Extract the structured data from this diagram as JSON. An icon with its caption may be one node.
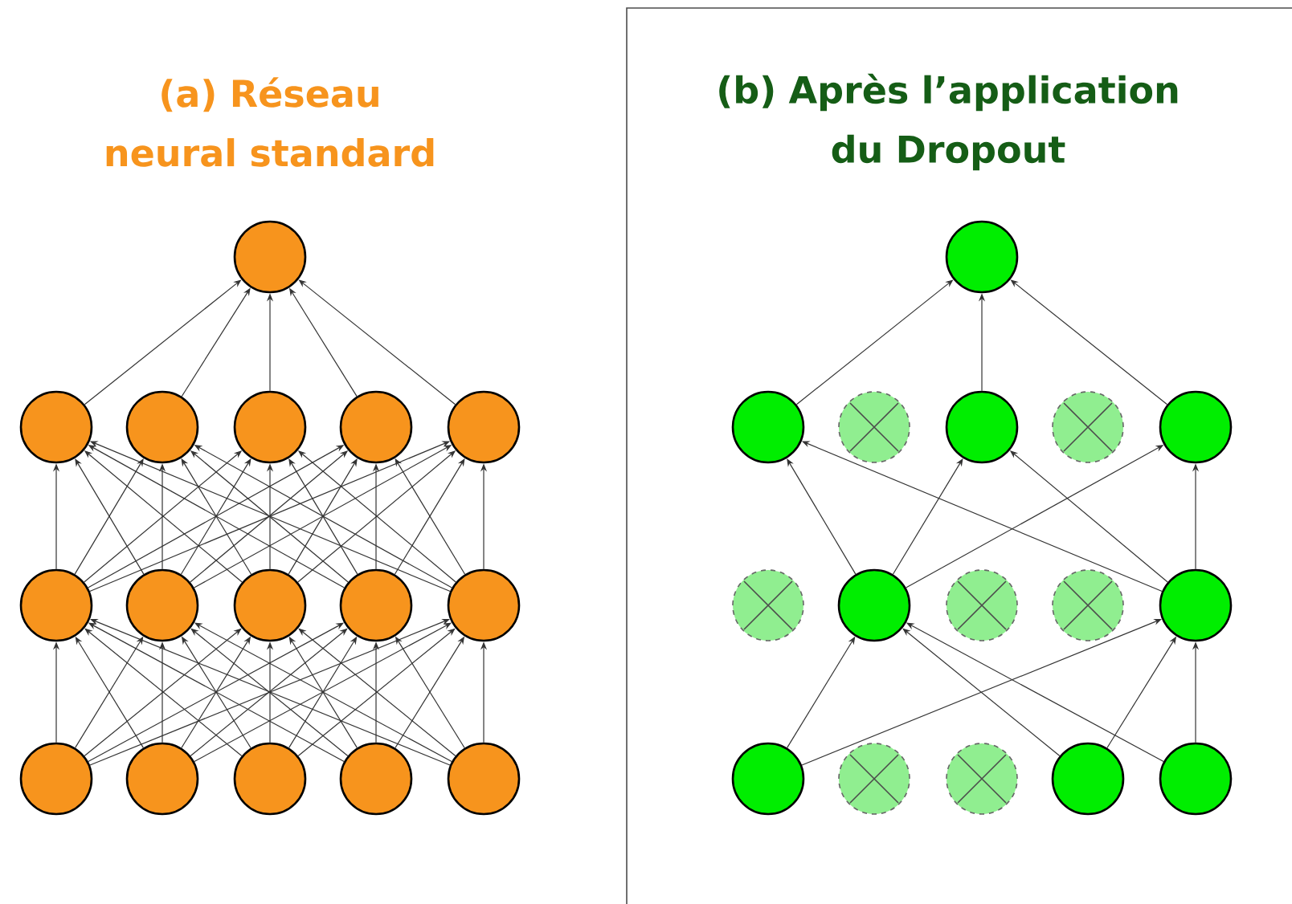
{
  "diagram": {
    "labels": [
      "(a) Réseau neural standard",
      "(b) Après l’application du Dropout"
    ],
    "nodes": [
      {
        "text": [],
        "shape": "circle"
      },
      {
        "text": [],
        "shape": "circle"
      },
      {
        "text": [],
        "shape": "circle"
      },
      {
        "text": [],
        "shape": "circle"
      },
      {
        "text": [],
        "shape": "circle"
      },
      {
        "text": [],
        "shape": "circle"
      },
      {
        "text": [],
        "shape": "circle"
      },
      {
        "text": [],
        "shape": "circle"
      },
      {
        "text": [],
        "shape": "circle"
      },
      {
        "text": [],
        "shape": "circle"
      },
      {
        "text": [],
        "shape": "circle"
      },
      {
        "text": [],
        "shape": "circle"
      },
      {
        "text": [],
        "shape": "circle"
      },
      {
        "text": [],
        "shape": "circle"
      },
      {
        "text": [],
        "shape": "circle"
      },
      {
        "text": [],
        "shape": "circle"
      },
      {
        "text": [],
        "shape": "circle"
      },
      {
        "text": [],
        "shape": "circle"
      },
      {
        "text": [],
        "shape": "crossed-circle"
      },
      {
        "text": [],
        "shape": "circle"
      },
      {
        "text": [],
        "shape": "crossed-circle"
      },
      {
        "text": [],
        "shape": "circle"
      },
      {
        "text": [],
        "shape": "crossed-circle"
      },
      {
        "text": [],
        "shape": "circle"
      },
      {
        "text": [],
        "shape": "crossed-circle"
      },
      {
        "text": [],
        "shape": "crossed-circle"
      },
      {
        "text": [],
        "shape": "circle"
      },
      {
        "text": [],
        "shape": "circle"
      },
      {
        "text": [],
        "shape": "crossed-circle"
      },
      {
        "text": [],
        "shape": "crossed-circle"
      },
      {
        "text": [],
        "shape": "circle"
      },
      {
        "text": [],
        "shape": "circle"
      }
    ],
    "edges": [
      {
        "from": 11,
        "to": 6,
        "arrow": "to"
      },
      {
        "from": 11,
        "to": 7,
        "arrow": "to"
      },
      {
        "from": 11,
        "to": 8,
        "arrow": "to"
      },
      {
        "from": 11,
        "to": 9,
        "arrow": "to"
      },
      {
        "from": 11,
        "to": 10,
        "arrow": "to"
      },
      {
        "from": 12,
        "to": 6,
        "arrow": "to"
      },
      {
        "from": 12,
        "to": 7,
        "arrow": "to"
      },
      {
        "from": 12,
        "to": 8,
        "arrow": "to"
      },
      {
        "from": 12,
        "to": 9,
        "arrow": "to"
      },
      {
        "from": 12,
        "to": 10,
        "arrow": "to"
      },
      {
        "from": 13,
        "to": 6,
        "arrow": "to"
      },
      {
        "from": 13,
        "to": 7,
        "arrow": "to"
      },
      {
        "from": 13,
        "to": 8,
        "arrow": "to"
      },
      {
        "from": 13,
        "to": 9,
        "arrow": "to"
      },
      {
        "from": 13,
        "to": 10,
        "arrow": "to"
      },
      {
        "from": 14,
        "to": 6,
        "arrow": "to"
      },
      {
        "from": 14,
        "to": 7,
        "arrow": "to"
      },
      {
        "from": 14,
        "to": 8,
        "arrow": "to"
      },
      {
        "from": 14,
        "to": 9,
        "arrow": "to"
      },
      {
        "from": 14,
        "to": 10,
        "arrow": "to"
      },
      {
        "from": 15,
        "to": 6,
        "arrow": "to"
      },
      {
        "from": 15,
        "to": 7,
        "arrow": "to"
      },
      {
        "from": 15,
        "to": 8,
        "arrow": "to"
      },
      {
        "from": 15,
        "to": 9,
        "arrow": "to"
      },
      {
        "from": 15,
        "to": 10,
        "arrow": "to"
      },
      {
        "from": 6,
        "to": 1,
        "arrow": "to"
      },
      {
        "from": 6,
        "to": 2,
        "arrow": "to"
      },
      {
        "from": 6,
        "to": 3,
        "arrow": "to"
      },
      {
        "from": 6,
        "to": 4,
        "arrow": "to"
      },
      {
        "from": 6,
        "to": 5,
        "arrow": "to"
      },
      {
        "from": 7,
        "to": 1,
        "arrow": "to"
      },
      {
        "from": 7,
        "to": 2,
        "arrow": "to"
      },
      {
        "from": 7,
        "to": 3,
        "arrow": "to"
      },
      {
        "from": 7,
        "to": 4,
        "arrow": "to"
      },
      {
        "from": 7,
        "to": 5,
        "arrow": "to"
      },
      {
        "from": 8,
        "to": 1,
        "arrow": "to"
      },
      {
        "from": 8,
        "to": 2,
        "arrow": "to"
      },
      {
        "from": 8,
        "to": 3,
        "arrow": "to"
      },
      {
        "from": 8,
        "to": 4,
        "arrow": "to"
      },
      {
        "from": 8,
        "to": 5,
        "arrow": "to"
      },
      {
        "from": 9,
        "to": 1,
        "arrow": "to"
      },
      {
        "from": 9,
        "to": 2,
        "arrow": "to"
      },
      {
        "from": 9,
        "to": 3,
        "arrow": "to"
      },
      {
        "from": 9,
        "to": 4,
        "arrow": "to"
      },
      {
        "from": 9,
        "to": 5,
        "arrow": "to"
      },
      {
        "from": 10,
        "to": 1,
        "arrow": "to"
      },
      {
        "from": 10,
        "to": 2,
        "arrow": "to"
      },
      {
        "from": 10,
        "to": 3,
        "arrow": "to"
      },
      {
        "from": 10,
        "to": 4,
        "arrow": "to"
      },
      {
        "from": 10,
        "to": 5,
        "arrow": "to"
      },
      {
        "from": 1,
        "to": 0,
        "arrow": "to"
      },
      {
        "from": 2,
        "to": 0,
        "arrow": "to"
      },
      {
        "from": 3,
        "to": 0,
        "arrow": "to"
      },
      {
        "from": 4,
        "to": 0,
        "arrow": "to"
      },
      {
        "from": 5,
        "to": 0,
        "arrow": "to"
      },
      {
        "from": 27,
        "to": 23,
        "arrow": "to"
      },
      {
        "from": 27,
        "to": 26,
        "arrow": "to"
      },
      {
        "from": 30,
        "to": 23,
        "arrow": "to"
      },
      {
        "from": 30,
        "to": 26,
        "arrow": "to"
      },
      {
        "from": 31,
        "to": 23,
        "arrow": "to"
      },
      {
        "from": 31,
        "to": 26,
        "arrow": "to"
      },
      {
        "from": 23,
        "to": 17,
        "arrow": "to"
      },
      {
        "from": 23,
        "to": 19,
        "arrow": "to"
      },
      {
        "from": 23,
        "to": 21,
        "arrow": "to"
      },
      {
        "from": 26,
        "to": 17,
        "arrow": "to"
      },
      {
        "from": 26,
        "to": 19,
        "arrow": "to"
      },
      {
        "from": 26,
        "to": 21,
        "arrow": "to"
      },
      {
        "from": 17,
        "to": 16,
        "arrow": "to"
      },
      {
        "from": 19,
        "to": 16,
        "arrow": "to"
      },
      {
        "from": 21,
        "to": 16,
        "arrow": "to"
      }
    ]
  }
}
